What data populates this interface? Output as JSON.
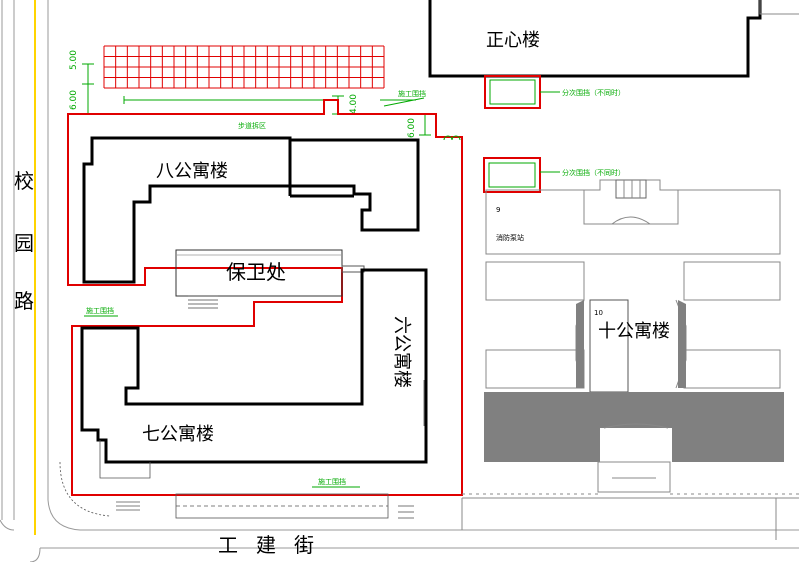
{
  "road_left": "校园路",
  "road_bottom": "工建街",
  "buildings": {
    "zhengxin": "正心楼",
    "ba": "八公寓楼",
    "baowei": "保卫处",
    "liu": "六公寓楼",
    "qi": "七公寓楼",
    "shi": "十公寓楼",
    "shi_number": "10",
    "pump_number": "9",
    "pump_label": "消防泵站"
  },
  "notes": {
    "dim_500": "5.00",
    "dim_600_left": "6.00",
    "dim_400": "4.00",
    "dim_600_right": "6.00",
    "fence_top": "施工围挡",
    "fence_left": "施工围挡",
    "fence_bottom": "施工围挡",
    "walkway": "步道拆区",
    "fence_partial_1": "分次围挡（不同时）",
    "fence_partial_2": "分次围挡（不同时）"
  },
  "colors": {
    "fence": "#e00000",
    "annotation": "#00aa00",
    "building": "#000000",
    "shade": "#808080",
    "road_line": "#ffd400"
  }
}
